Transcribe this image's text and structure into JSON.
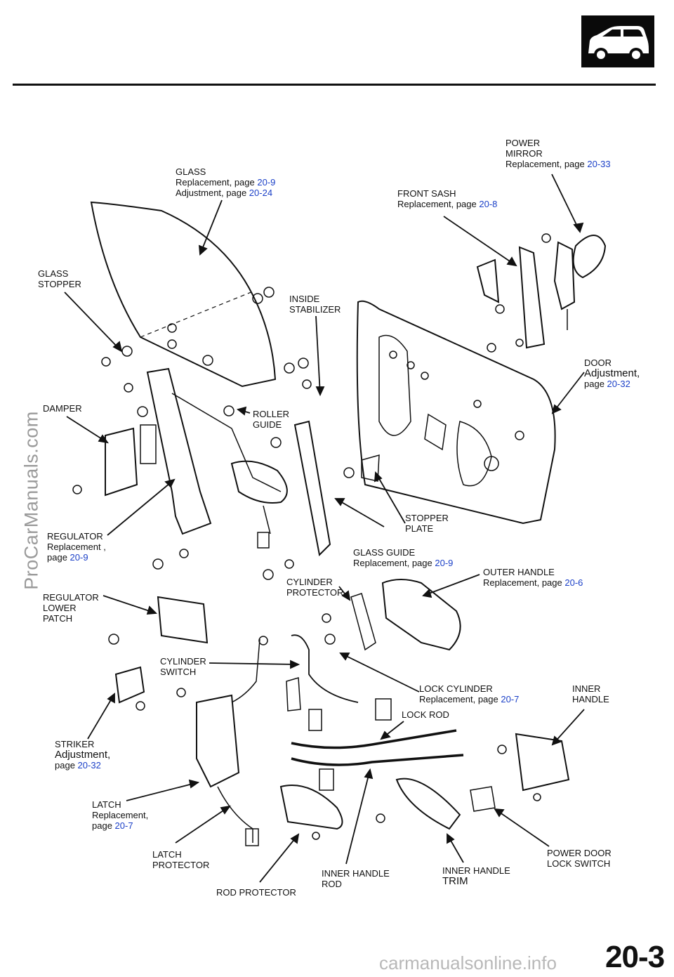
{
  "header": {
    "icon": "car-body-icon"
  },
  "labels": {
    "power_mirror": {
      "l1": "POWER",
      "l2": "MIRROR",
      "l3a": "Replacement, page ",
      "l3b": "20-33"
    },
    "glass": {
      "l1": "GLASS",
      "l2a": "Replacement, page ",
      "l2b": "20-9",
      "l3a": "Adjustment, page ",
      "l3b": "20-24"
    },
    "front_sash": {
      "l1": "FRONT SASH",
      "l2a": "Replacement, page ",
      "l2b": "20-8"
    },
    "glass_stopper": {
      "l1": "GLASS",
      "l2": "STOPPER"
    },
    "inside_stabilizer": {
      "l1": "INSIDE",
      "l2": "STABILIZER"
    },
    "door": {
      "l1": "DOOR",
      "l2": "Adjustment,",
      "l3a": "page ",
      "l3b": "20-32"
    },
    "damper": {
      "l1": "DAMPER"
    },
    "roller_guide": {
      "l1": "ROLLER",
      "l2": "GUIDE"
    },
    "stopper_plate": {
      "l1": "STOPPER",
      "l2": "PLATE"
    },
    "regulator": {
      "l1": "REGULATOR",
      "l2": "Replacement ,",
      "l3a": "page ",
      "l3b": "20-9"
    },
    "glass_guide": {
      "l1": "GLASS GUIDE",
      "l2a": "Replacement, page ",
      "l2b": "20-9"
    },
    "outer_handle": {
      "l1": "OUTER HANDLE",
      "l2a": "Replacement, page ",
      "l2b": "20-6"
    },
    "cylinder_protector": {
      "l1": "CYLINDER",
      "l2": "PROTECTOR"
    },
    "regulator_lower_patch": {
      "l1": "REGULATOR",
      "l2": "LOWER",
      "l3": "PATCH"
    },
    "cylinder_switch": {
      "l1": "CYLINDER",
      "l2": "SWITCH"
    },
    "lock_cylinder": {
      "l1": "LOCK CYLINDER",
      "l2a": "Replacement, page ",
      "l2b": "20-7"
    },
    "inner_handle": {
      "l1": "INNER",
      "l2": "HANDLE"
    },
    "lock_rod": {
      "l1": "LOCK ROD"
    },
    "striker": {
      "l1": "STRIKER",
      "l2": "Adjustment,",
      "l3a": "page ",
      "l3b": "20-32"
    },
    "latch": {
      "l1": "LATCH",
      "l2": "Replacement,",
      "l3a": "page ",
      "l3b": "20-7"
    },
    "latch_protector": {
      "l1": "LATCH",
      "l2": "PROTECTOR"
    },
    "power_door_lock_switch": {
      "l1": "POWER DOOR",
      "l2": "LOCK SWITCH"
    },
    "inner_handle_rod": {
      "l1": "INNER  HANDLE",
      "l2": "ROD"
    },
    "inner_handle_trim": {
      "l1": "INNER  HANDLE",
      "l2": "TRIM"
    },
    "rod_protector": {
      "l1": "ROD PROTECTOR"
    }
  },
  "watermark": "ProCarManuals.com",
  "footer_site": "carmanualsonline.info",
  "page_number": "20-3",
  "colors": {
    "link": "#1a3fc7",
    "ink": "#111111",
    "watermark": "#9a9a9a"
  }
}
